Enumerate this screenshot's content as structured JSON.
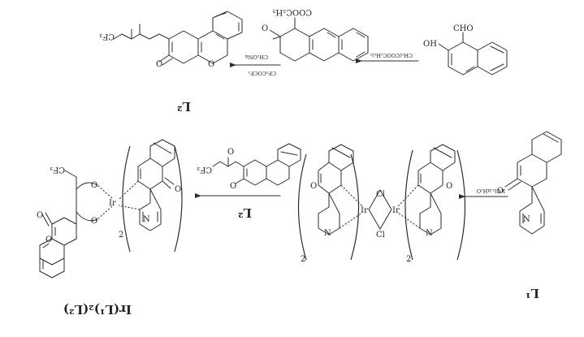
{
  "top_row": {
    "start_material": {
      "oh": "OH",
      "cho": "CHO"
    },
    "arrow1": {
      "reagent": "CH₂(COOC₂H₅)₂"
    },
    "intermediate": {
      "o": "O",
      "ester": "COOC₂H₅"
    },
    "arrow2": {
      "reagent_top": "CH₃ONa",
      "reagent_bottom": "CF₃COCF₃"
    },
    "product": {
      "cf3": "CF₃",
      "o": "O"
    },
    "label": "L²"
  },
  "bottom_row": {
    "ligand1": {
      "label": "L¹",
      "n": "N",
      "o": "O"
    },
    "arrow3": {
      "reagent": "IrCl₃.nH₂O"
    },
    "dimer": {
      "ir": "Ir",
      "cl": "Cl",
      "n": "N",
      "o": "O",
      "sub": "2"
    },
    "arrow4": {
      "label": "L²"
    },
    "l2_reagent": {
      "cf3": "CF₃",
      "o": "O"
    },
    "complex": {
      "ir": "Ir",
      "n": "N",
      "o": "O",
      "cf3": "CF₃",
      "sub": "2",
      "label": "Ir(L¹)₂(L²)"
    }
  }
}
